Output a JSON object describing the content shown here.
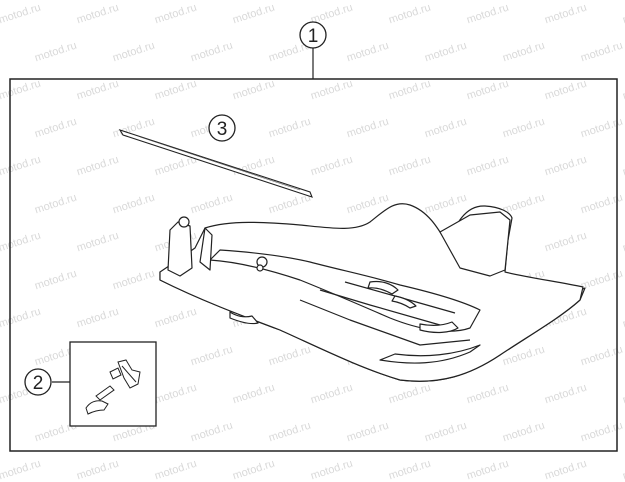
{
  "diagram": {
    "callouts": [
      {
        "id": "1",
        "label": "1"
      },
      {
        "id": "2",
        "label": "2"
      },
      {
        "id": "3",
        "label": "3"
      }
    ],
    "watermark": "motod.ru"
  }
}
